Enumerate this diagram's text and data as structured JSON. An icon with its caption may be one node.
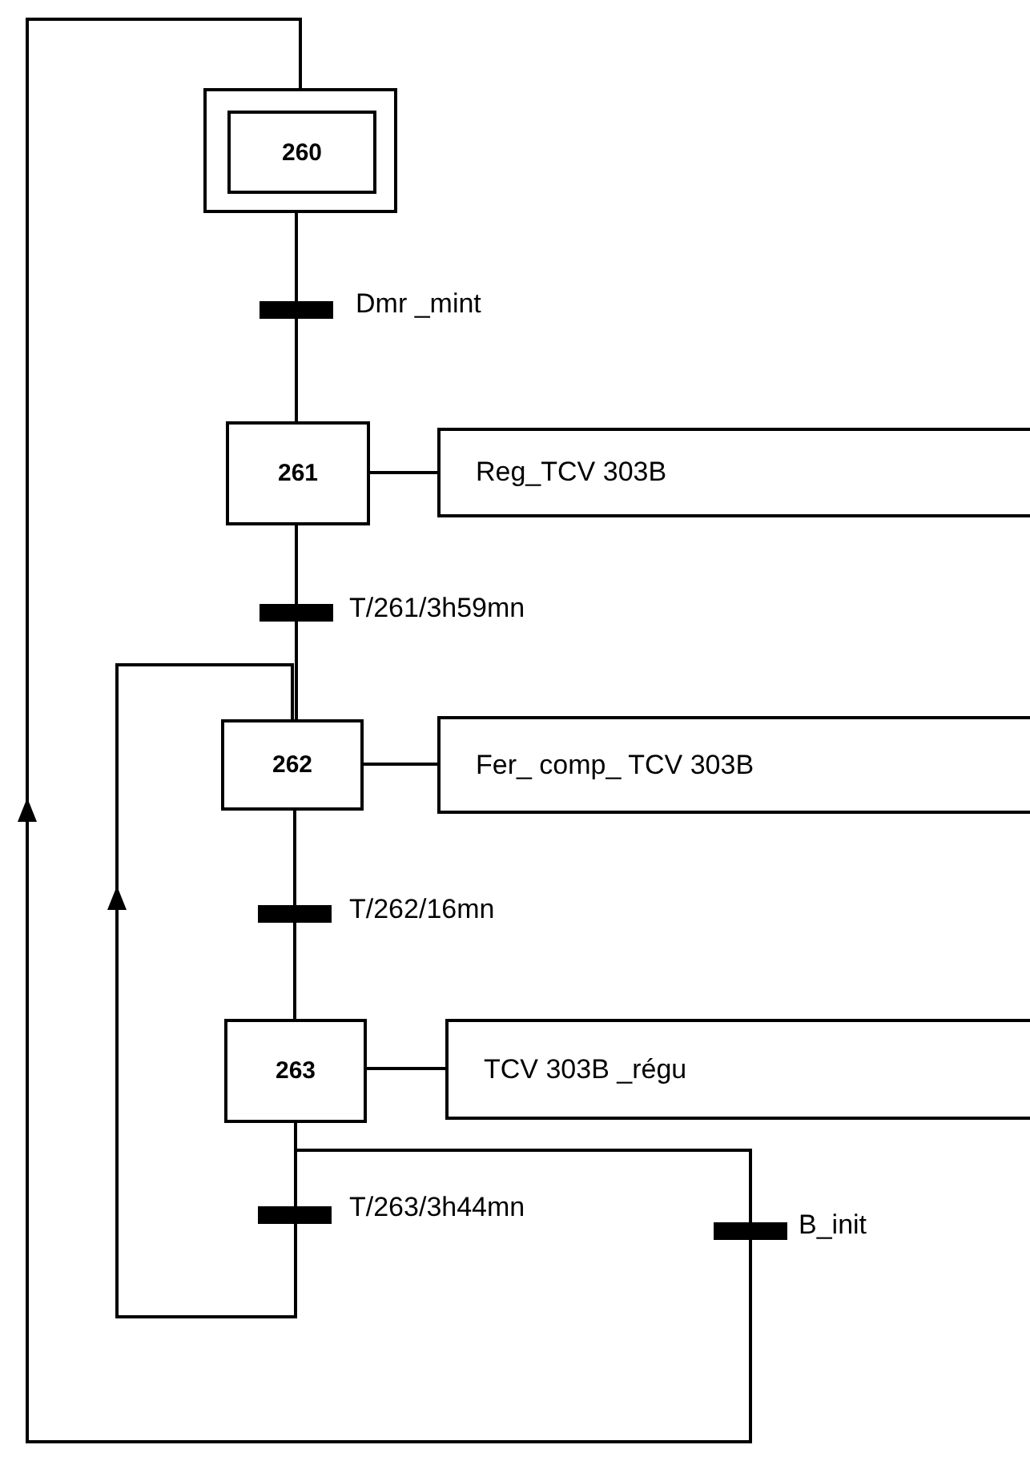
{
  "diagram": {
    "nodes": [
      {
        "text": [
          "260"
        ]
      },
      {
        "text": [
          "261"
        ]
      },
      {
        "text": [
          "Reg_TCV 303B"
        ]
      },
      {
        "text": [
          "262"
        ]
      },
      {
        "text": [
          "Fer_ comp_ TCV 303B"
        ]
      },
      {
        "text": [
          "263"
        ]
      },
      {
        "text": [
          "TCV 303B _régu"
        ]
      }
    ],
    "edges": [
      {
        "from": 0,
        "to": 1,
        "arrow": "none",
        "label": "Dmr _mint"
      },
      {
        "from": 1,
        "to": 2,
        "arrow": "none"
      },
      {
        "from": 1,
        "to": 3,
        "arrow": "none",
        "label": "T/261/3h59mn"
      },
      {
        "from": 3,
        "to": 4,
        "arrow": "none"
      },
      {
        "from": 3,
        "to": 5,
        "arrow": "none",
        "label": "T/262/16mn"
      },
      {
        "from": 5,
        "to": 6,
        "arrow": "none"
      },
      {
        "from": 5,
        "to": 3,
        "arrow": "to",
        "label": "T/263/3h44mn"
      },
      {
        "from": 5,
        "to": 0,
        "arrow": "to",
        "label": "B_init"
      }
    ]
  }
}
